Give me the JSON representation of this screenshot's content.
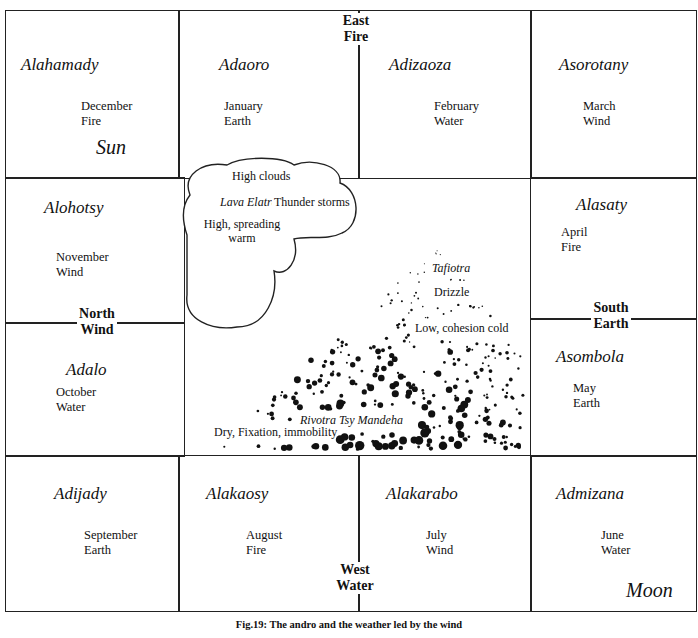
{
  "diagram": {
    "caption": "Fig.19: The andro and the weather led by the wind",
    "nodes": [
      {
        "text": [
          "Alahamady",
          "December Fire",
          "Sun"
        ]
      },
      {
        "text": [
          "Adaoro",
          "January Earth"
        ]
      },
      {
        "text": [
          "Adizaoza",
          "February Water"
        ]
      },
      {
        "text": [
          "Asorotany",
          "March Wind"
        ]
      },
      {
        "text": [
          "Alohotsy",
          "November Wind"
        ]
      },
      {
        "text": [
          "High clouds",
          "Lava Elatra",
          "Thunder storms",
          "High, spreading warm"
        ]
      },
      {
        "text": [
          "Alasaty",
          "April Fire"
        ]
      },
      {
        "text": [
          "Adalo",
          "October Water"
        ]
      },
      {
        "text": [
          "Asombola",
          "May Earth"
        ]
      },
      {
        "text": [
          "Adijady",
          "September Earth"
        ]
      },
      {
        "text": [
          "Alakaosy",
          "August Fire"
        ]
      },
      {
        "text": [
          "Alakarabo",
          "July Wind"
        ]
      },
      {
        "text": [
          "Admizana",
          "June Water",
          "Moon"
        ]
      }
    ],
    "labels": [
      "East Fire",
      "North Wind",
      "South Earth",
      "West Water",
      "Tafiotra",
      "Drizzle",
      "Low, cohesion cold",
      "Rivotra Tsy Mandeha",
      "Dry, Fixation, immobility"
    ]
  }
}
